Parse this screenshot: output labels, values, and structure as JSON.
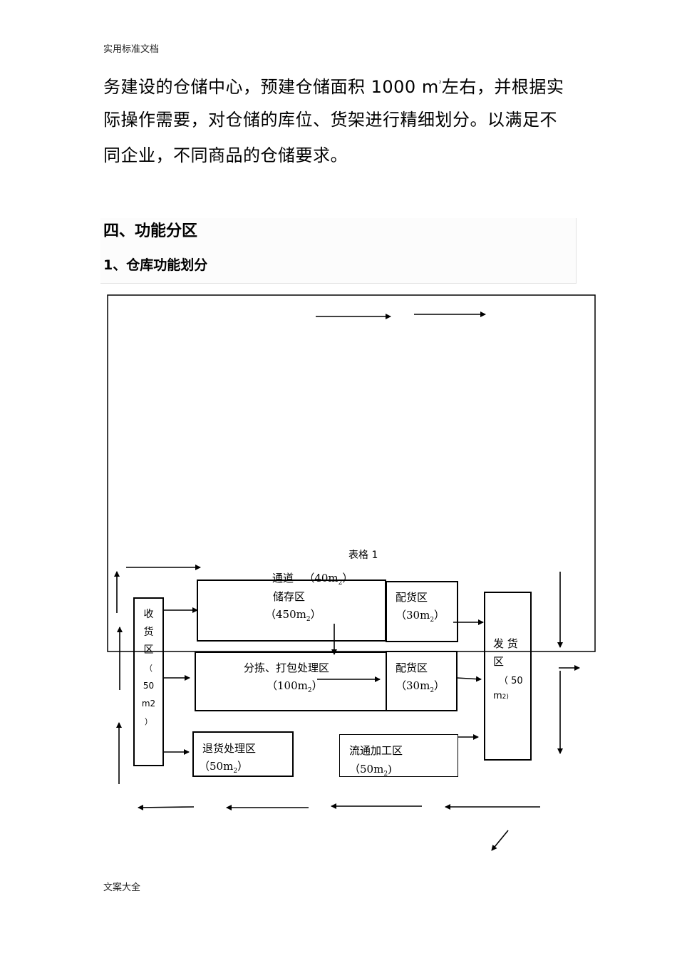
{
  "header": {
    "text": "实用标准文档"
  },
  "footer": {
    "text": "文案大全"
  },
  "paragraph": {
    "line1a": "务建设的仓储中心，预建仓储面积 1000 m",
    "line1sup": "²",
    "line1b": "左右，并根据实",
    "line2": "际操作需要，对仓储的库位、货架进行精细划分。以满足不",
    "line3": "同企业，不同商品的仓储要求。"
  },
  "section": {
    "title": "四、功能分区",
    "subtitle": "1、仓库功能划分"
  },
  "diagram": {
    "table_label": "表格 1",
    "aisle": {
      "name": "通道",
      "area": "（40m",
      "area_sub": "2",
      "area_end": "）"
    },
    "storage": {
      "name": "储存区",
      "area": "（450m",
      "area_sub": "2",
      "area_end": "）"
    },
    "distribution1": {
      "name": "配货区",
      "area": "（30m",
      "area_sub": "2",
      "area_end": "）"
    },
    "distribution2": {
      "name": "配货区",
      "area": "（30m",
      "area_sub": "2",
      "area_end": "）"
    },
    "sorting": {
      "name": "分拣、打包处理区",
      "area": "（100m",
      "area_sub": "2",
      "area_end": "）"
    },
    "returns": {
      "name": "退货处理区",
      "area": "（50m",
      "area_sub": "2",
      "area_end": "）"
    },
    "processing": {
      "name": "流通加工区",
      "area": "（50m",
      "area_sub": "2",
      "area_end": ")"
    },
    "receiving": {
      "chars": [
        "收",
        "货",
        "区",
        "（",
        "50",
        "m2",
        "）"
      ]
    },
    "shipping": {
      "line1": "发  货",
      "line2": "区",
      "line3": "（  50",
      "line4": "m",
      "line4_sub": "2)"
    }
  }
}
